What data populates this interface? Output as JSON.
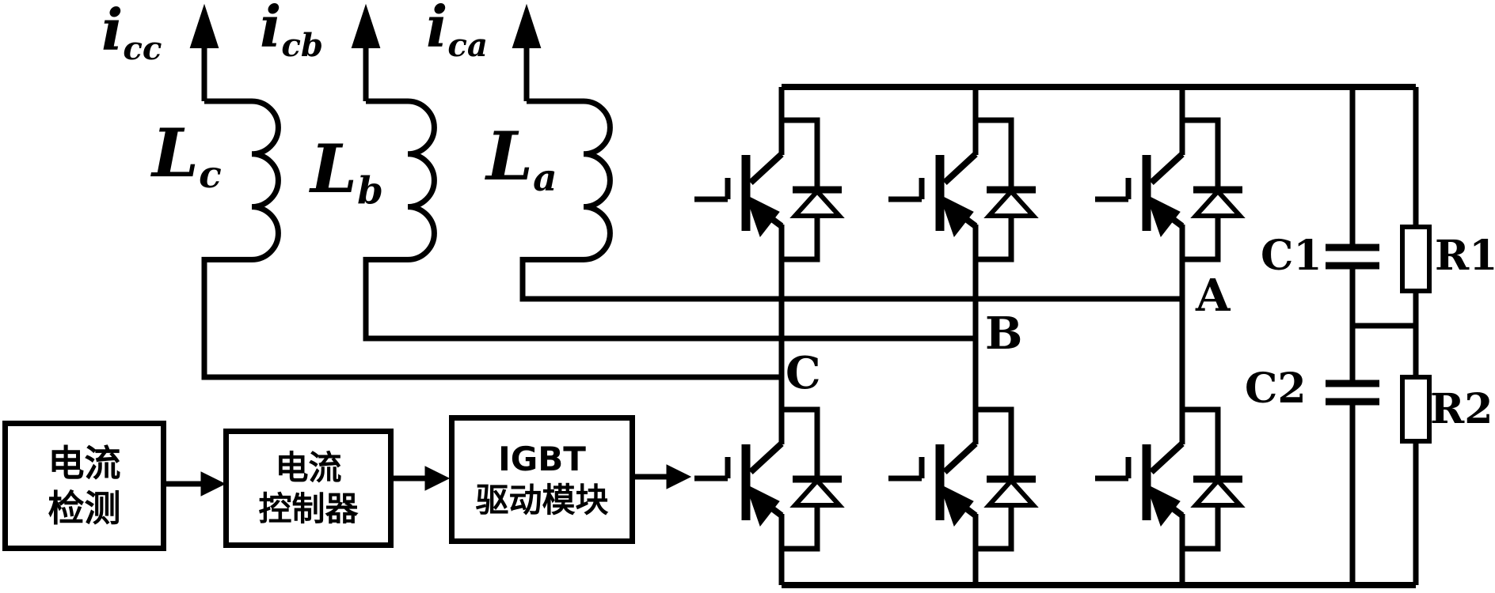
{
  "currents": [
    {
      "base": "i",
      "sub": "cc"
    },
    {
      "base": "i",
      "sub": "cb"
    },
    {
      "base": "i",
      "sub": "ca"
    }
  ],
  "inductors": [
    {
      "base": "L",
      "sub": "c"
    },
    {
      "base": "L",
      "sub": "b"
    },
    {
      "base": "L",
      "sub": "a"
    }
  ],
  "phase_labels": {
    "a": "A",
    "b": "B",
    "c": "C"
  },
  "dc_link": {
    "c1": "C1",
    "r1": "R1",
    "c2": "C2",
    "r2": "R2"
  },
  "blocks": {
    "current_detection": {
      "line1": "电流",
      "line2": "检测"
    },
    "current_controller": {
      "line1": "电流",
      "line2": "控制器"
    },
    "igbt_driver": {
      "line1": "IGBT",
      "line2": "驱动模块"
    }
  },
  "colors": {
    "ink": "#000000",
    "background": "#ffffff"
  }
}
